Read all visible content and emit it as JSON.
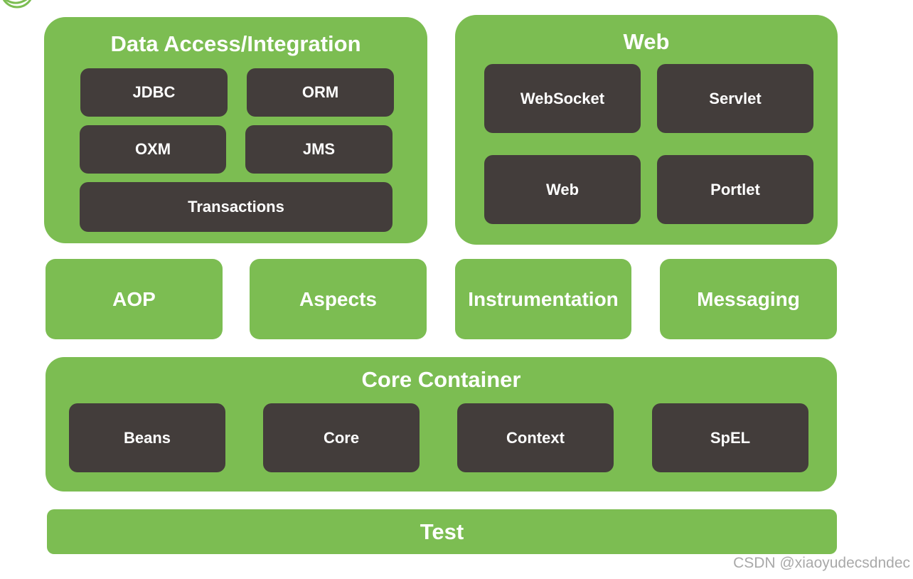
{
  "colors": {
    "green": "#7cbd52",
    "dark": "#433d3b",
    "text": "#ffffff",
    "watermark": "#a9a9a9"
  },
  "logo": {
    "icon": "spring-leaf-icon"
  },
  "data_access": {
    "title": "Data Access/Integration",
    "modules": [
      "JDBC",
      "ORM",
      "OXM",
      "JMS",
      "Transactions"
    ]
  },
  "web": {
    "title": "Web",
    "modules": [
      "WebSocket",
      "Servlet",
      "Web",
      "Portlet"
    ]
  },
  "middle": [
    "AOP",
    "Aspects",
    "Instrumentation",
    "Messaging"
  ],
  "core": {
    "title": "Core Container",
    "modules": [
      "Beans",
      "Core",
      "Context",
      "SpEL"
    ]
  },
  "test": {
    "title": "Test"
  },
  "watermark": "CSDN @xiaoyudecsdndec"
}
